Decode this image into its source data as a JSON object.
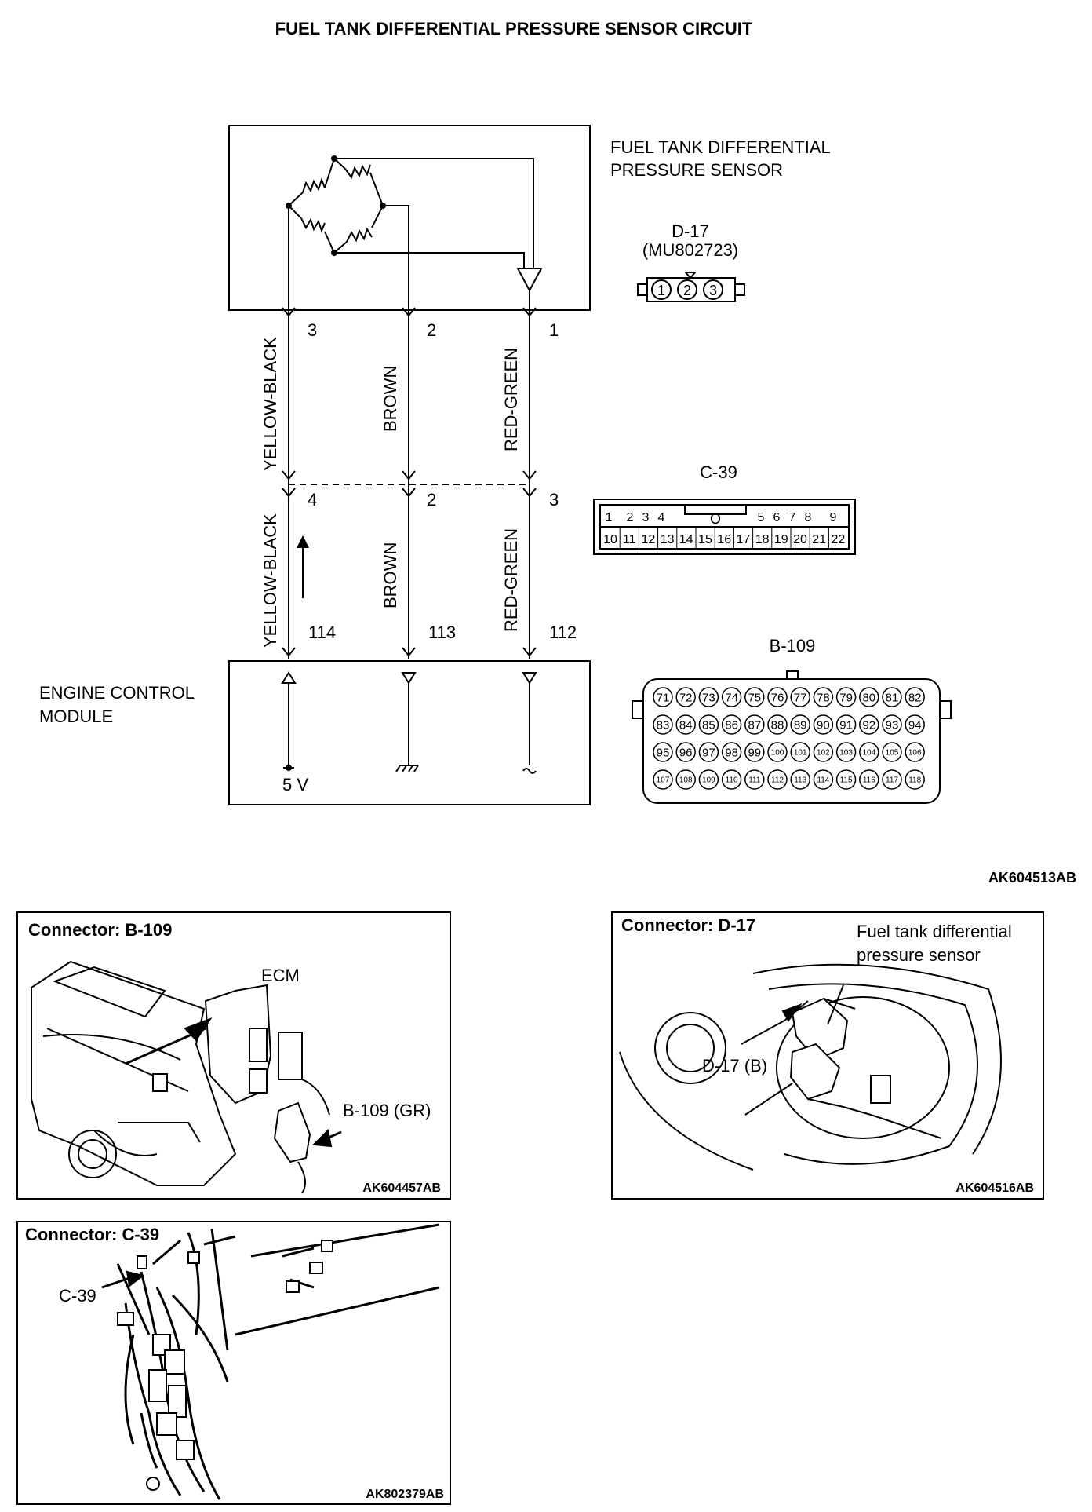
{
  "title": "FUEL TANK DIFFERENTIAL PRESSURE SENSOR CIRCUIT",
  "sensor": {
    "label_line1": "FUEL TANK DIFFERENTIAL",
    "label_line2": "PRESSURE SENSOR"
  },
  "d17": {
    "id": "D-17",
    "part": "(MU802723)",
    "pins": [
      "1",
      "2",
      "3"
    ]
  },
  "c39": {
    "id": "C-39",
    "pins_top": [
      "1",
      "2",
      "3",
      "4",
      "5",
      "6",
      "7",
      "8",
      "9"
    ],
    "pins_bottom": [
      "10",
      "11",
      "12",
      "13",
      "14",
      "15",
      "16",
      "17",
      "18",
      "19",
      "20",
      "21",
      "22"
    ]
  },
  "b109": {
    "id": "B-109",
    "rows": [
      [
        "71",
        "72",
        "73",
        "74",
        "75",
        "76",
        "77",
        "78",
        "79",
        "80",
        "81",
        "82"
      ],
      [
        "83",
        "84",
        "85",
        "86",
        "87",
        "88",
        "89",
        "90",
        "91",
        "92",
        "93",
        "94"
      ],
      [
        "95",
        "96",
        "97",
        "98",
        "99",
        "100",
        "101",
        "102",
        "103",
        "104",
        "105",
        "106"
      ],
      [
        "107",
        "108",
        "109",
        "110",
        "111",
        "112",
        "113",
        "114",
        "115",
        "116",
        "117",
        "118"
      ]
    ]
  },
  "wires": [
    {
      "color": "YELLOW-BLACK",
      "upper_pin": "3",
      "mid_pin": "4",
      "ecm_pin": "114"
    },
    {
      "color": "BROWN",
      "upper_pin": "2",
      "mid_pin": "2",
      "ecm_pin": "113"
    },
    {
      "color": "RED-GREEN",
      "upper_pin": "1",
      "mid_pin": "3",
      "ecm_pin": "112"
    }
  ],
  "ecm": {
    "label_line1": "ENGINE CONTROL",
    "label_line2": "MODULE",
    "voltage": "5 V"
  },
  "figure_code": "AK604513AB",
  "panel_b109": {
    "title": "Connector: B-109",
    "ecm_label": "ECM",
    "conn_label": "B-109 (GR)",
    "code": "AK604457AB"
  },
  "panel_d17": {
    "title": "Connector: D-17",
    "label_line1": "Fuel tank differential",
    "label_line2": "pressure sensor",
    "conn_label": "D-17 (B)",
    "code": "AK604516AB"
  },
  "panel_c39": {
    "title": "Connector: C-39",
    "conn_label": "C-39",
    "code": "AK802379AB"
  }
}
